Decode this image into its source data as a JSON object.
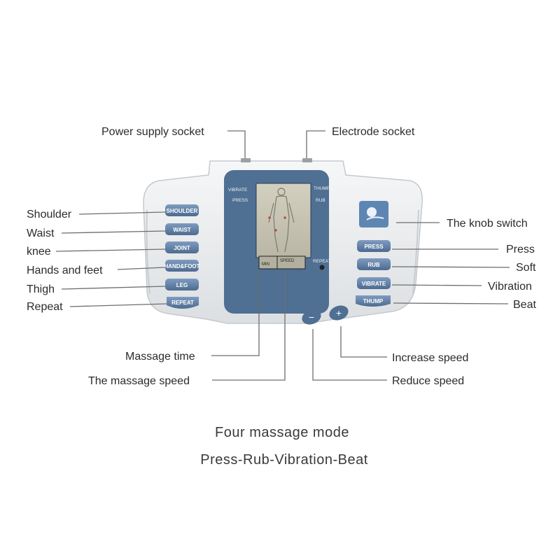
{
  "callouts": {
    "power_socket": "Power supply socket",
    "electrode_socket": "Electrode socket",
    "shoulder": "Shoulder",
    "waist": "Waist",
    "knee": "knee",
    "hands_feet": "Hands and feet",
    "thigh": "Thigh",
    "repeat": "Repeat",
    "knob_switch": "The knob switch",
    "press": "Press",
    "soft": "Soft",
    "vibration": "Vibration",
    "beat": "Beat",
    "massage_time": "Massage time",
    "massage_speed": "The massage speed",
    "increase_speed": "Increase speed",
    "reduce_speed": "Reduce speed"
  },
  "device": {
    "left_buttons": [
      "SHOULDER",
      "WAIST",
      "JOINT",
      "HAND&FOOT",
      "LEG",
      "REPEAT"
    ],
    "right_buttons": [
      "PRESS",
      "RUB",
      "VIBRATE",
      "THUMP"
    ],
    "lcd": {
      "top_left": "VIBRATE",
      "top_left_2": "PRESS",
      "top_right": "THUMP",
      "top_right_2": "RUB",
      "repeat": "REPEAT",
      "box_left": "MIN",
      "box_right": "SPEED"
    },
    "minus_symbol": "−",
    "plus_symbol": "+"
  },
  "captions": {
    "line1": "Four massage mode",
    "line2": "Press-Rub-Vibration-Beat"
  },
  "colors": {
    "body": "#eef0f2",
    "button_blue": "#5b7ca3",
    "lcd_frame": "#4f6f93",
    "lcd_screen": "#c7c4b4",
    "knob": "#5d86b3"
  }
}
